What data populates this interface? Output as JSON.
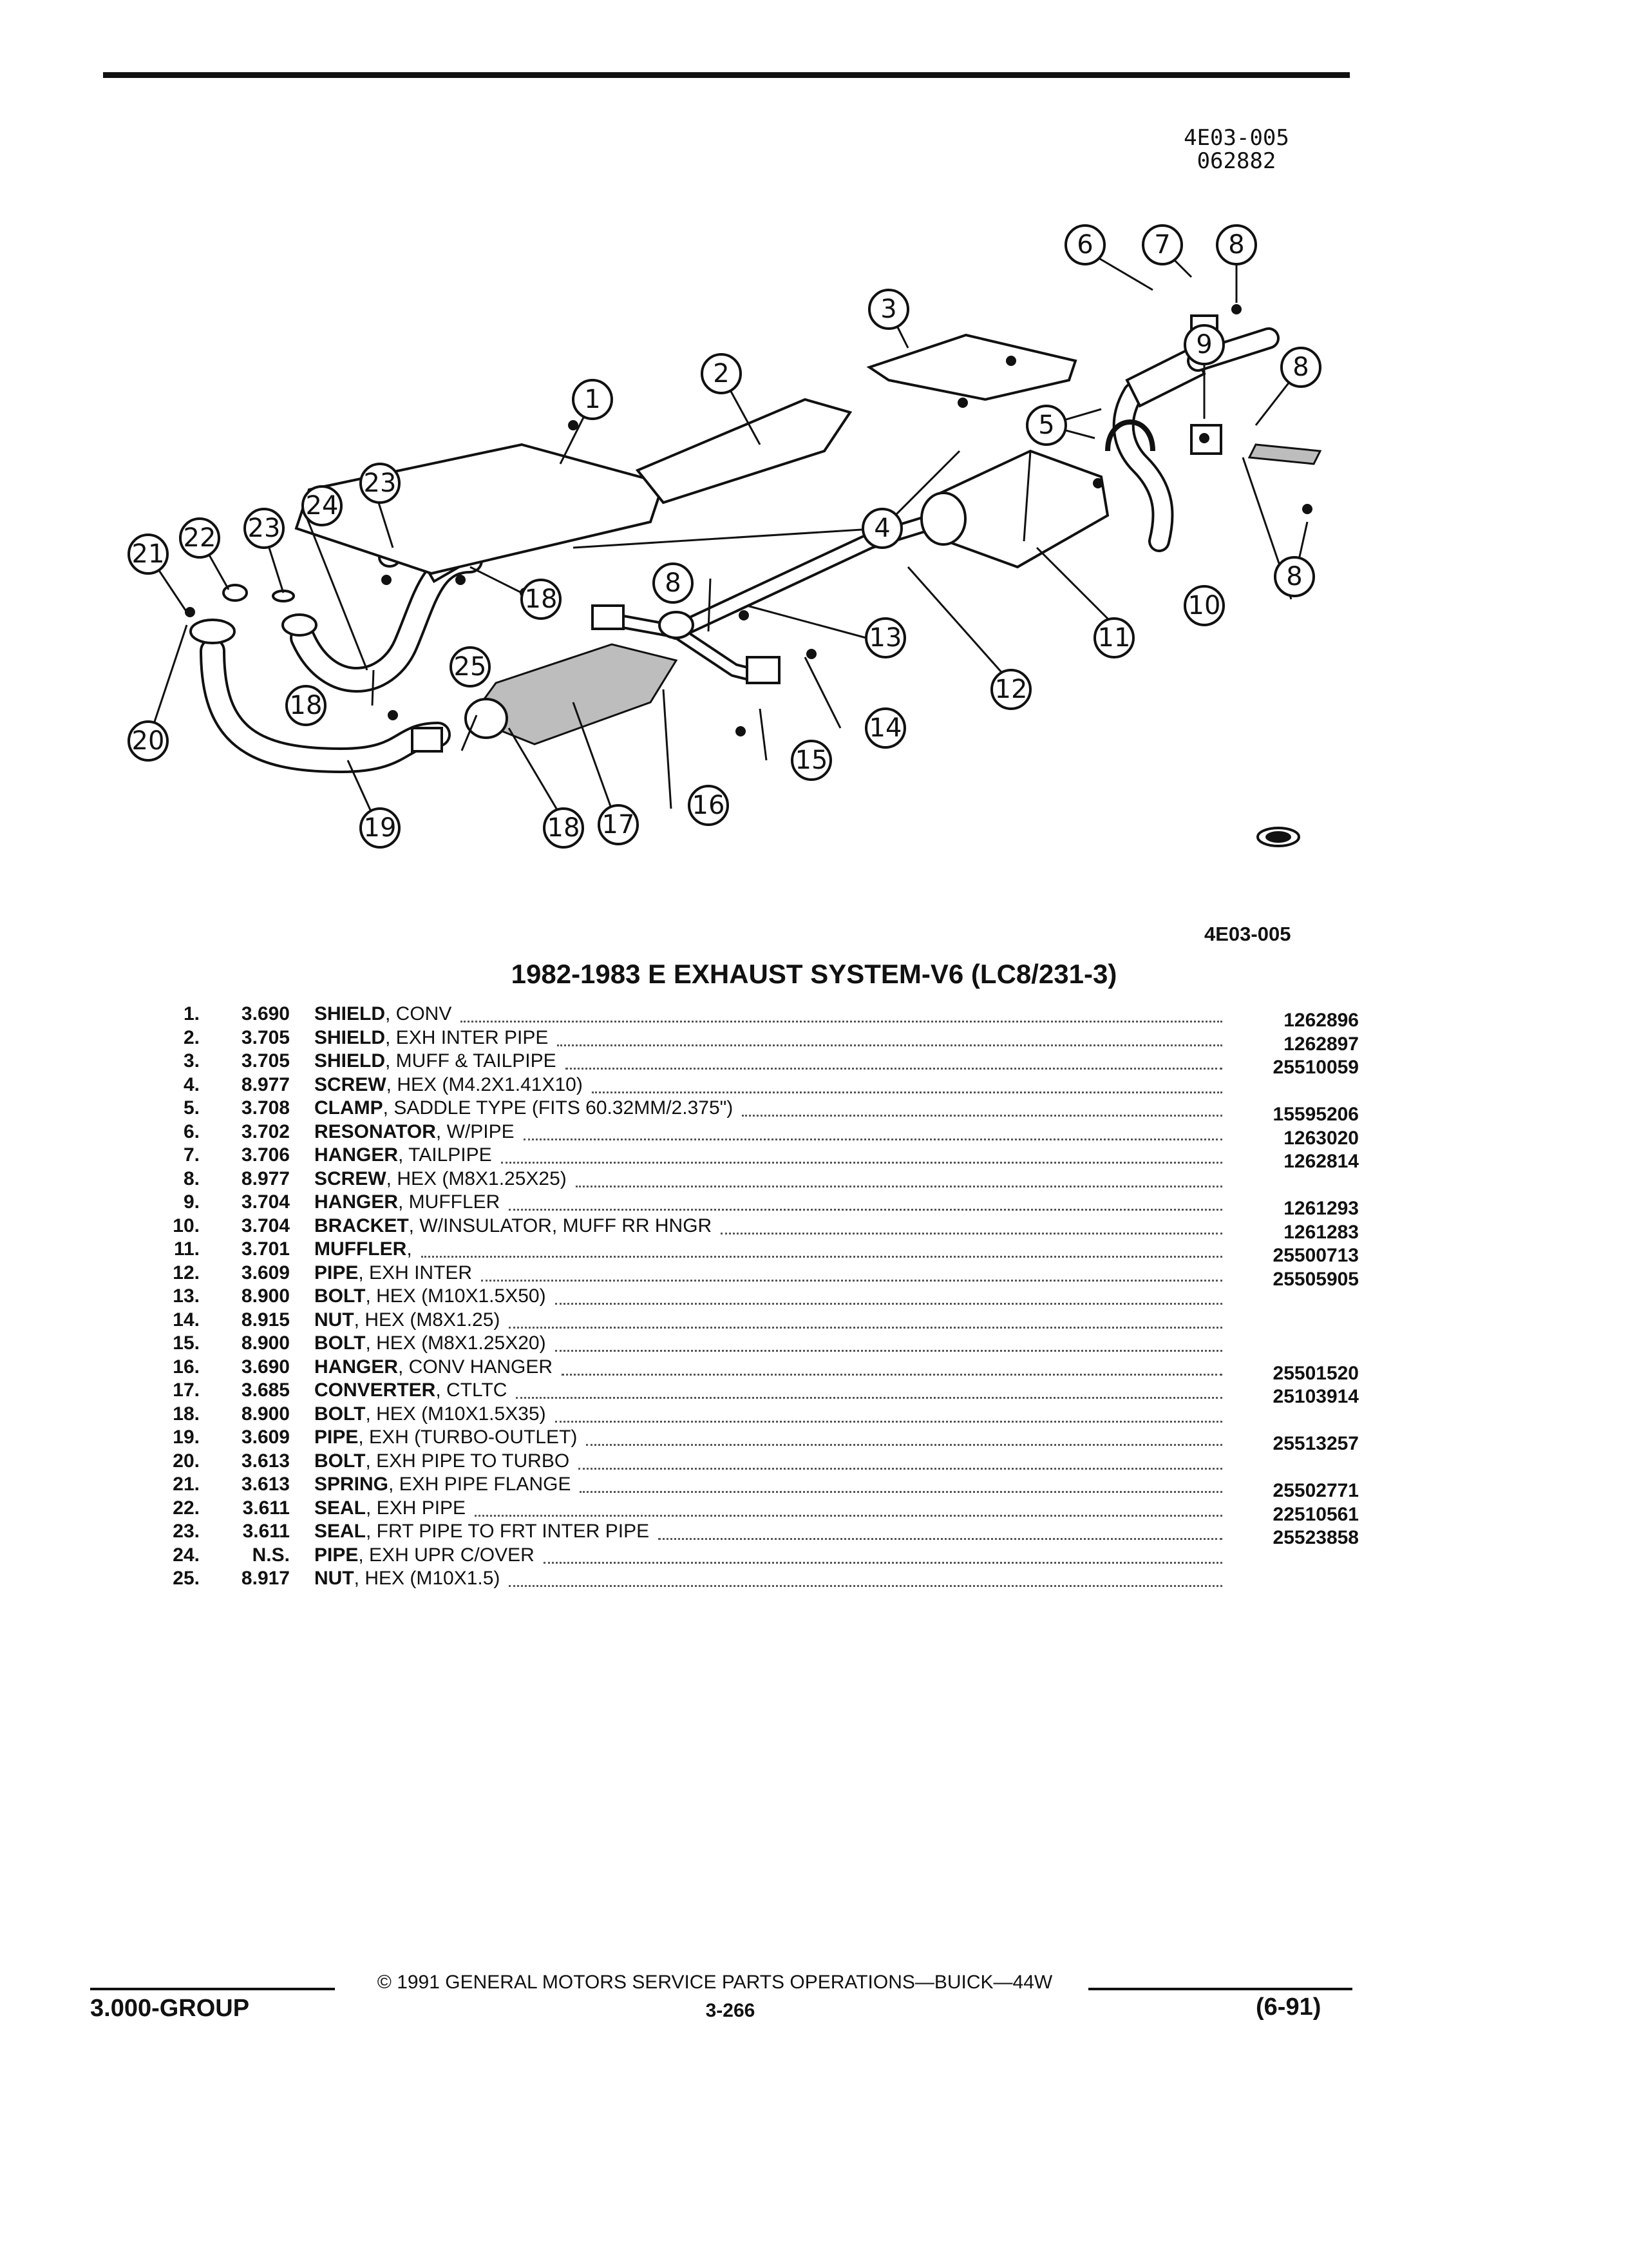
{
  "header": {
    "illustration_code": "4E03-005",
    "illustration_date": "062882"
  },
  "diagram": {
    "callouts": [
      "1",
      "2",
      "3",
      "4",
      "5",
      "6",
      "7",
      "8",
      "9",
      "10",
      "11",
      "12",
      "13",
      "14",
      "15",
      "16",
      "17",
      "18",
      "19",
      "20",
      "21",
      "22",
      "23",
      "24",
      "25"
    ]
  },
  "reference_code": "4E03-005",
  "title": "1982-1983 E EXHAUST SYSTEM-V6 (LC8/231-3)",
  "parts": [
    {
      "num": "1.",
      "group": "3.690",
      "name": "SHIELD",
      "detail": ", CONV",
      "part_no": "1262896"
    },
    {
      "num": "2.",
      "group": "3.705",
      "name": "SHIELD",
      "detail": ", EXH INTER PIPE",
      "part_no": "1262897"
    },
    {
      "num": "3.",
      "group": "3.705",
      "name": "SHIELD",
      "detail": ", MUFF & TAILPIPE",
      "part_no": "25510059"
    },
    {
      "num": "4.",
      "group": "8.977",
      "name": "SCREW",
      "detail": ", HEX (M4.2X1.41X10)",
      "part_no": ""
    },
    {
      "num": "5.",
      "group": "3.708",
      "name": "CLAMP",
      "detail": ", SADDLE TYPE (FITS 60.32MM/2.375\")",
      "part_no": "15595206"
    },
    {
      "num": "6.",
      "group": "3.702",
      "name": "RESONATOR",
      "detail": ", W/PIPE",
      "part_no": "1263020"
    },
    {
      "num": "7.",
      "group": "3.706",
      "name": "HANGER",
      "detail": ", TAILPIPE",
      "part_no": "1262814"
    },
    {
      "num": "8.",
      "group": "8.977",
      "name": "SCREW",
      "detail": ", HEX (M8X1.25X25)",
      "part_no": ""
    },
    {
      "num": "9.",
      "group": "3.704",
      "name": "HANGER",
      "detail": ", MUFFLER",
      "part_no": "1261293"
    },
    {
      "num": "10.",
      "group": "3.704",
      "name": "BRACKET",
      "detail": ", W/INSULATOR, MUFF RR HNGR",
      "part_no": "1261283"
    },
    {
      "num": "11.",
      "group": "3.701",
      "name": "MUFFLER",
      "detail": ",",
      "part_no": "25500713"
    },
    {
      "num": "12.",
      "group": "3.609",
      "name": "PIPE",
      "detail": ", EXH INTER",
      "part_no": "25505905"
    },
    {
      "num": "13.",
      "group": "8.900",
      "name": "BOLT",
      "detail": ", HEX (M10X1.5X50)",
      "part_no": ""
    },
    {
      "num": "14.",
      "group": "8.915",
      "name": "NUT",
      "detail": ", HEX (M8X1.25)",
      "part_no": ""
    },
    {
      "num": "15.",
      "group": "8.900",
      "name": "BOLT",
      "detail": ", HEX (M8X1.25X20)",
      "part_no": ""
    },
    {
      "num": "16.",
      "group": "3.690",
      "name": "HANGER",
      "detail": ", CONV HANGER",
      "part_no": "25501520"
    },
    {
      "num": "17.",
      "group": "3.685",
      "name": "CONVERTER",
      "detail": ", CTLTC",
      "part_no": "25103914"
    },
    {
      "num": "18.",
      "group": "8.900",
      "name": "BOLT",
      "detail": ", HEX (M10X1.5X35)",
      "part_no": ""
    },
    {
      "num": "19.",
      "group": "3.609",
      "name": "PIPE",
      "detail": ", EXH (TURBO-OUTLET)",
      "part_no": "25513257"
    },
    {
      "num": "20.",
      "group": "3.613",
      "name": "BOLT",
      "detail": ", EXH PIPE TO TURBO",
      "part_no": ""
    },
    {
      "num": "21.",
      "group": "3.613",
      "name": "SPRING",
      "detail": ", EXH PIPE FLANGE",
      "part_no": "25502771"
    },
    {
      "num": "22.",
      "group": "3.611",
      "name": "SEAL",
      "detail": ", EXH PIPE",
      "part_no": "22510561"
    },
    {
      "num": "23.",
      "group": "3.611",
      "name": "SEAL",
      "detail": ", FRT PIPE TO FRT INTER PIPE",
      "part_no": "25523858"
    },
    {
      "num": "24.",
      "group": "N.S.",
      "name": "PIPE",
      "detail": ", EXH UPR C/OVER",
      "part_no": ""
    },
    {
      "num": "25.",
      "group": "8.917",
      "name": "NUT",
      "detail": ", HEX (M10X1.5)",
      "part_no": ""
    }
  ],
  "footer": {
    "copyright": "© 1991 GENERAL MOTORS SERVICE PARTS OPERATIONS—BUICK—44W",
    "group": "3.000-GROUP",
    "page": "3-266",
    "date": "(6-91)"
  }
}
